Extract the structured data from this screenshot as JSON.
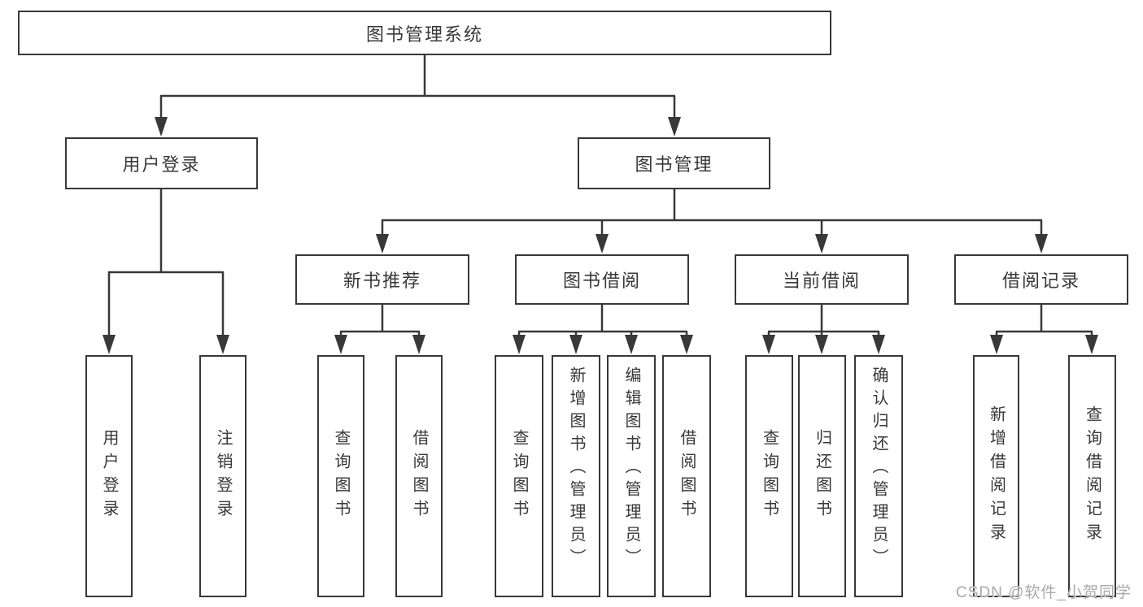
{
  "watermark": "CSDN @软件_小贺同学",
  "colors": {
    "line": "#383838",
    "text": "#383838",
    "watermark": "#a9a9a9",
    "background": "#ffffff"
  },
  "tree": {
    "root": {
      "label": "图书管理系统"
    },
    "branches": [
      {
        "label": "用户登录",
        "children": [
          {
            "label": "用户登录"
          },
          {
            "label": "注销登录"
          }
        ]
      },
      {
        "label": "图书管理",
        "sections": [
          {
            "label": "新书推荐",
            "children": [
              {
                "label": "查询图书"
              },
              {
                "label": "借阅图书"
              }
            ]
          },
          {
            "label": "图书借阅",
            "children": [
              {
                "label": "查询图书"
              },
              {
                "label": "新增图书（管理员）"
              },
              {
                "label": "编辑图书（管理员）"
              },
              {
                "label": "借阅图书"
              }
            ]
          },
          {
            "label": "当前借阅",
            "children": [
              {
                "label": "查询图书"
              },
              {
                "label": "归还图书"
              },
              {
                "label": "确认归还（管理员）"
              }
            ]
          },
          {
            "label": "借阅记录",
            "children": [
              {
                "label": "新增借阅记录"
              },
              {
                "label": "查询借阅记录"
              }
            ]
          }
        ]
      }
    ]
  }
}
